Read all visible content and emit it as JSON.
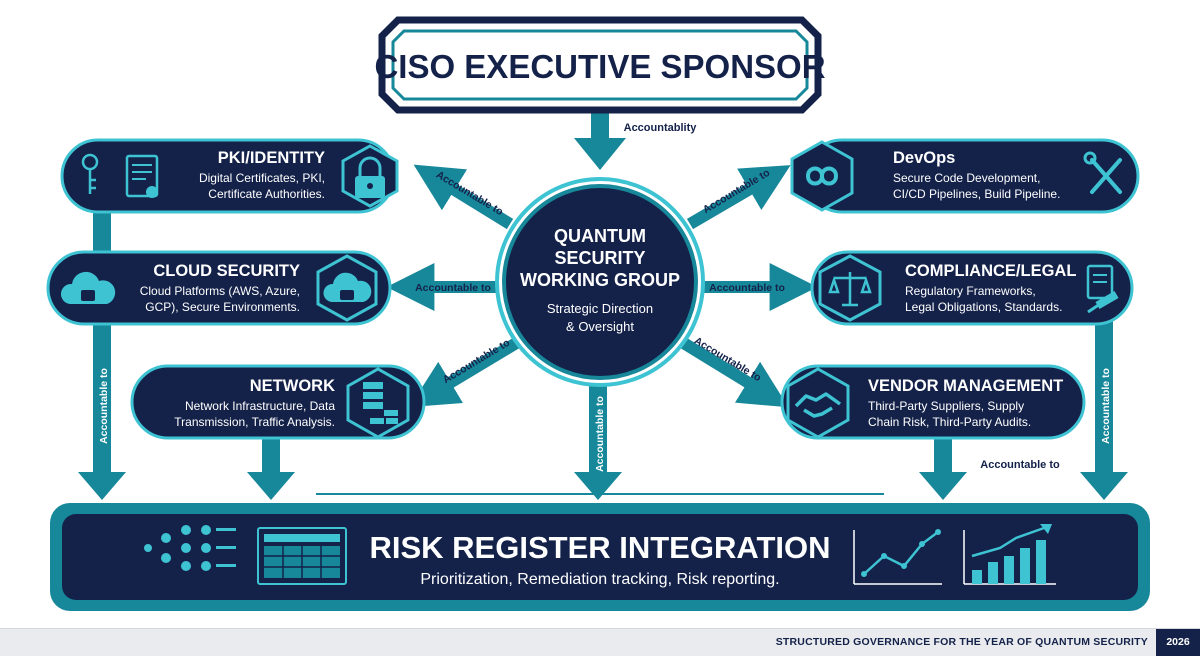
{
  "colors": {
    "navy": "#14224a",
    "teal": "#17879a",
    "teal_light": "#3ec3d3",
    "white": "#ffffff"
  },
  "sponsor": {
    "title": "CISO EXECUTIVE SPONSOR",
    "arrow_label": "Accountablity"
  },
  "hub": {
    "title_lines": [
      "QUANTUM",
      "SECURITY",
      "WORKING GROUP"
    ],
    "subtitle_lines": [
      "Strategic Direction",
      "& Oversight"
    ]
  },
  "connector_label": "Accountable to",
  "nodes": {
    "pki": {
      "title": "PKI/IDENTITY",
      "lines": [
        "Digital Certificates, PKI,",
        "Certificate Authorities."
      ],
      "icon": "lock-icon"
    },
    "cloud": {
      "title": "CLOUD SECURITY",
      "lines": [
        "Cloud Platforms (AWS, Azure,",
        "GCP), Secure Environments."
      ],
      "icon": "cloud-lock-icon"
    },
    "network": {
      "title": "NETWORK",
      "lines": [
        "Network Infrastructure, Data",
        "Transmission, Traffic Analysis."
      ],
      "icon": "server-icon"
    },
    "devops": {
      "title": "DevOps",
      "lines": [
        "Secure Code Development,",
        "CI/CD Pipelines, Build Pipeline."
      ],
      "icon": "infinity-icon"
    },
    "compliance": {
      "title": "COMPLIANCE/LEGAL",
      "lines": [
        "Regulatory Frameworks,",
        "Legal Obligations, Standards."
      ],
      "icon": "scales-icon"
    },
    "vendor": {
      "title": "VENDOR MANAGEMENT",
      "lines": [
        "Third-Party Suppliers, Supply",
        "Chain Risk, Third-Party Audits."
      ],
      "icon": "handshake-icon"
    }
  },
  "risk_register": {
    "title": "RISK REGISTER INTEGRATION",
    "subtitle": "Prioritization, Remediation tracking, Risk reporting."
  },
  "footer": {
    "text": "STRUCTURED GOVERNANCE FOR THE YEAR OF QUANTUM SECURITY",
    "year": "2026"
  }
}
